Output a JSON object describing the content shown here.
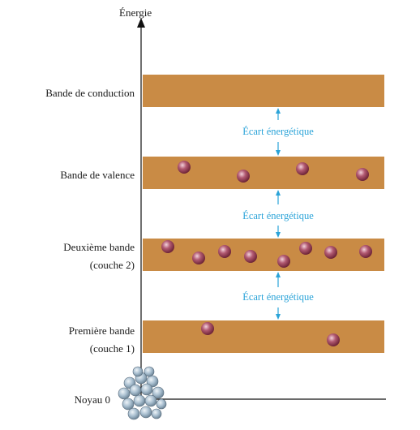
{
  "axis": {
    "label": "Énergie"
  },
  "colors": {
    "band": "#c98b45",
    "arrow": "#2aa3d8",
    "electron": "#8e3b52",
    "nucleus": "#a9bfd0",
    "axis": "#111111"
  },
  "bands": [
    {
      "id": "conduction",
      "label_lines": [
        "Bande de conduction"
      ],
      "electron_count": 0
    },
    {
      "id": "valence",
      "label_lines": [
        "Bande de valence"
      ],
      "electron_count": 4
    },
    {
      "id": "second",
      "label_lines": [
        "Deuxième bande",
        "(couche 2)"
      ],
      "electron_count": 8
    },
    {
      "id": "first",
      "label_lines": [
        "Première bande",
        "(couche 1)"
      ],
      "electron_count": 2
    }
  ],
  "gaps": [
    {
      "label": "Écart énergétique"
    },
    {
      "label": "Écart énergétique"
    },
    {
      "label": "Écart énergétique"
    }
  ],
  "nucleus": {
    "label": "Noyau 0"
  }
}
